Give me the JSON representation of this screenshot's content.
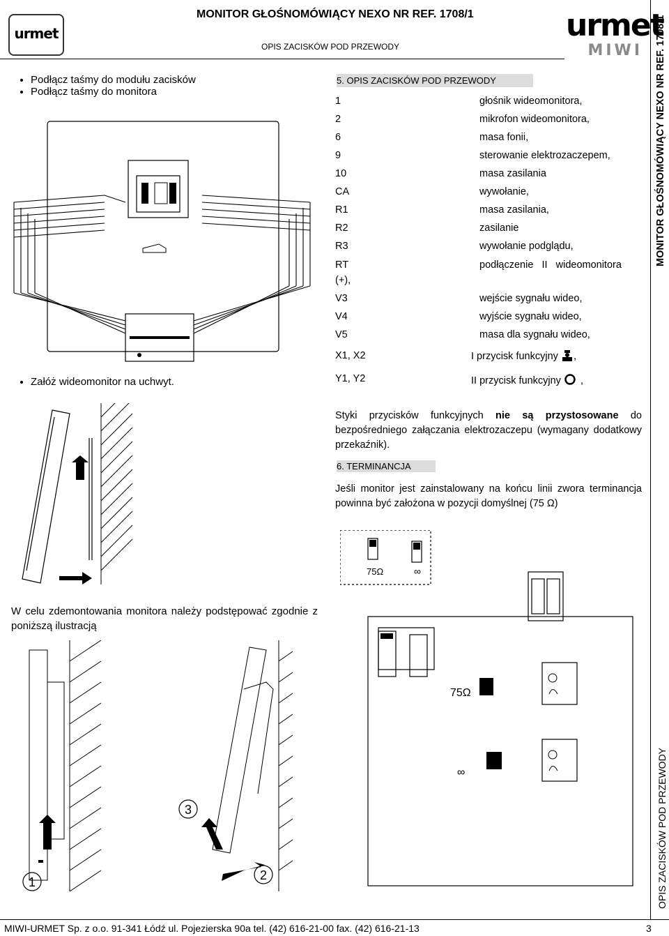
{
  "header": {
    "title": "MONITOR GŁOŚNOMÓWIĄCY NEXO NR REF. 1708/1",
    "subtitle": "OPIS ZACISKÓW POD PRZEWODY",
    "logo_small": "urmet",
    "logo_big_top": "urmet",
    "logo_big_bottom": "MIWI"
  },
  "left": {
    "bullets_top": [
      "Podłącz taśmy do modułu zacisków",
      "Podłącz taśmy do monitora"
    ],
    "bullet_mount": "Załóż wideomonitor na uchwyt.",
    "dismount_text": "W celu zdemontowania monitora należy podstępować zgodnie z poniższą ilustracją",
    "step_labels": [
      "1",
      "2",
      "3"
    ]
  },
  "section5": {
    "title": "5.  OPIS ZACISKÓW POD PRZEWODY",
    "rows": [
      {
        "code": "1",
        "desc": "głośnik  wideomonitora,"
      },
      {
        "code": "2",
        "desc": "mikrofon  wideomonitora,"
      },
      {
        "code": "6",
        "desc": "masa fonii,"
      },
      {
        "code": "9",
        "desc": "sterowanie elektrozaczepem,"
      },
      {
        "code": "10",
        "desc": "masa zasilania"
      },
      {
        "code": "CA",
        "desc": "wywołanie,"
      },
      {
        "code": "R1",
        "desc": "masa zasilania,"
      },
      {
        "code": "R2",
        "desc": "zasilanie"
      },
      {
        "code": "R3",
        "desc": "wywołanie podglądu,"
      },
      {
        "code": "RT",
        "desc": "podłączenie   II   wideomonitora"
      },
      {
        "code": "V3",
        "desc": "wejście sygnału wideo,"
      },
      {
        "code": "V4",
        "desc": "wyjście sygnału wideo,"
      },
      {
        "code": "V5",
        "desc": "masa dla sygnału wideo,"
      }
    ],
    "rt_continuation": "(+),",
    "x_row": {
      "code": "X1, X2",
      "desc": "I przycisk funkcyjny",
      "suffix": ","
    },
    "y_row": {
      "code": "Y1, Y2",
      "desc": "II przycisk funkcyjny",
      "suffix": ","
    },
    "note_prefix": "Styki przycisków funkcyjnych ",
    "note_bold": "nie są przystosowane",
    "note_suffix": " do bezpośredniego załączania elektrozaczepu (wymagany dodatkowy przekaźnik)."
  },
  "section6": {
    "title": "6.  TERMINANCJA",
    "text": "Jeśli monitor jest zainstalowany na końcu linii zwora terminancja powinna być założona w pozycji domyślnej (75 Ω)",
    "label_75": "75Ω",
    "label_inf": "∞",
    "label_75_big": "75Ω",
    "label_inf_big": "∞"
  },
  "side": {
    "right_top": "MONITOR GŁOŚNOMÓWIĄCY NEXO NR REF. 1708/1",
    "right_bottom": "OPIS ZACISKÓW POD PRZEWODY"
  },
  "footer": {
    "company": "MIWI-URMET Sp. z o.o. 91-341 Łódź ul. Pojezierska 90a tel. (42) 616-21-00 fax. (42) 616-21-13",
    "page": "3"
  }
}
